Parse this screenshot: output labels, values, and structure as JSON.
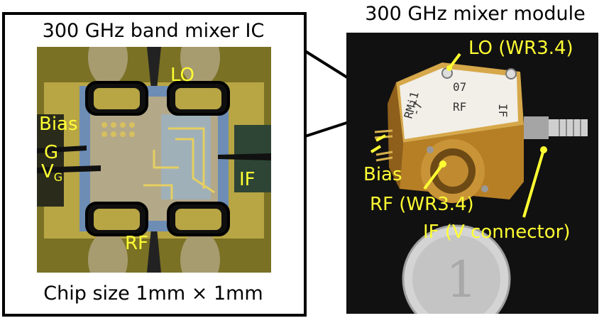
{
  "chip": {
    "title": "300 GHz band mixer IC",
    "caption": "Chip size 1mm × 1mm",
    "labels": {
      "lo": "LO",
      "bias": "Bias",
      "g": "G",
      "vg_main": "V",
      "vg_sub": "G",
      "if": "IF",
      "rf": "RF"
    }
  },
  "module": {
    "title": "300 GHz mixer module",
    "labels": {
      "lo": "LO (WR3.4)",
      "bias": "Bias",
      "rf": "RF (WR3.4)",
      "if": "IF (V connector)"
    },
    "handwriting": [
      "RMi1",
      "-7",
      "07",
      "RF",
      "IF"
    ]
  },
  "colors": {
    "label": "#ffff33",
    "frame": "#000000",
    "module_bg": "#111111",
    "gold": "#c8952a"
  }
}
